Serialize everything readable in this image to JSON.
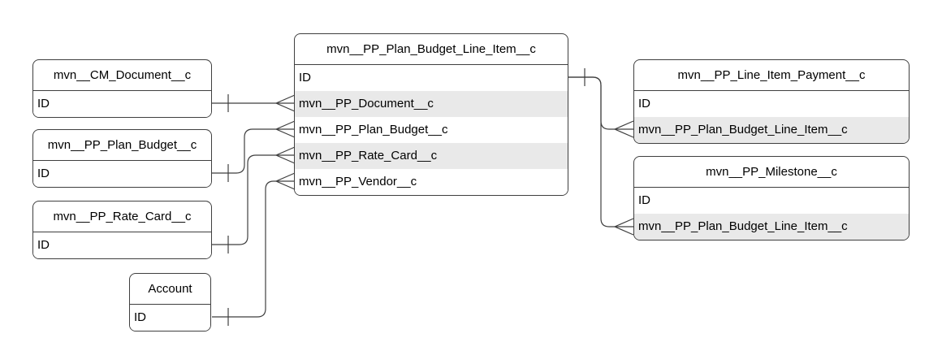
{
  "diagram": {
    "type": "entity-relationship",
    "colors": {
      "canvas_bg": "#ffffff",
      "stroke": "#3f3f3f",
      "row_bg": "#ffffff",
      "row_alt_bg": "#e9e9e9",
      "text": "#000000"
    },
    "tables": {
      "plan_budget_line_item": {
        "title": "mvn__PP_Plan_Budget_Line_Item__c",
        "fields": [
          "ID",
          "mvn__PP_Document__c",
          "mvn__PP_Plan_Budget__c",
          "mvn__PP_Rate_Card__c",
          "mvn__PP_Vendor__c"
        ]
      },
      "cm_document": {
        "title": "mvn__CM_Document__c",
        "fields": [
          "ID"
        ]
      },
      "pp_plan_budget": {
        "title": "mvn__PP_Plan_Budget__c",
        "fields": [
          "ID"
        ]
      },
      "pp_rate_card": {
        "title": "mvn__PP_Rate_Card__c",
        "fields": [
          "ID"
        ]
      },
      "account": {
        "title": "Account",
        "fields": [
          "ID"
        ]
      },
      "line_item_payment": {
        "title": "mvn__PP_Line_Item_Payment__c",
        "fields": [
          "ID",
          "mvn__PP_Plan_Budget_Line_Item__c"
        ]
      },
      "milestone": {
        "title": "mvn__PP_Milestone__c",
        "fields": [
          "ID",
          "mvn__PP_Plan_Budget_Line_Item__c"
        ]
      }
    },
    "relationships": [
      {
        "from": "mvn__CM_Document__c.ID",
        "to": "mvn__PP_Plan_Budget_Line_Item__c.mvn__PP_Document__c",
        "cardinality": "one-to-many"
      },
      {
        "from": "mvn__PP_Plan_Budget__c.ID",
        "to": "mvn__PP_Plan_Budget_Line_Item__c.mvn__PP_Plan_Budget__c",
        "cardinality": "one-to-many"
      },
      {
        "from": "mvn__PP_Rate_Card__c.ID",
        "to": "mvn__PP_Plan_Budget_Line_Item__c.mvn__PP_Rate_Card__c",
        "cardinality": "one-to-many"
      },
      {
        "from": "Account.ID",
        "to": "mvn__PP_Plan_Budget_Line_Item__c.mvn__PP_Vendor__c",
        "cardinality": "one-to-many"
      },
      {
        "from": "mvn__PP_Plan_Budget_Line_Item__c.ID",
        "to": "mvn__PP_Line_Item_Payment__c.mvn__PP_Plan_Budget_Line_Item__c",
        "cardinality": "one-to-many"
      },
      {
        "from": "mvn__PP_Plan_Budget_Line_Item__c.ID",
        "to": "mvn__PP_Milestone__c.mvn__PP_Plan_Budget_Line_Item__c",
        "cardinality": "one-to-many"
      }
    ]
  }
}
